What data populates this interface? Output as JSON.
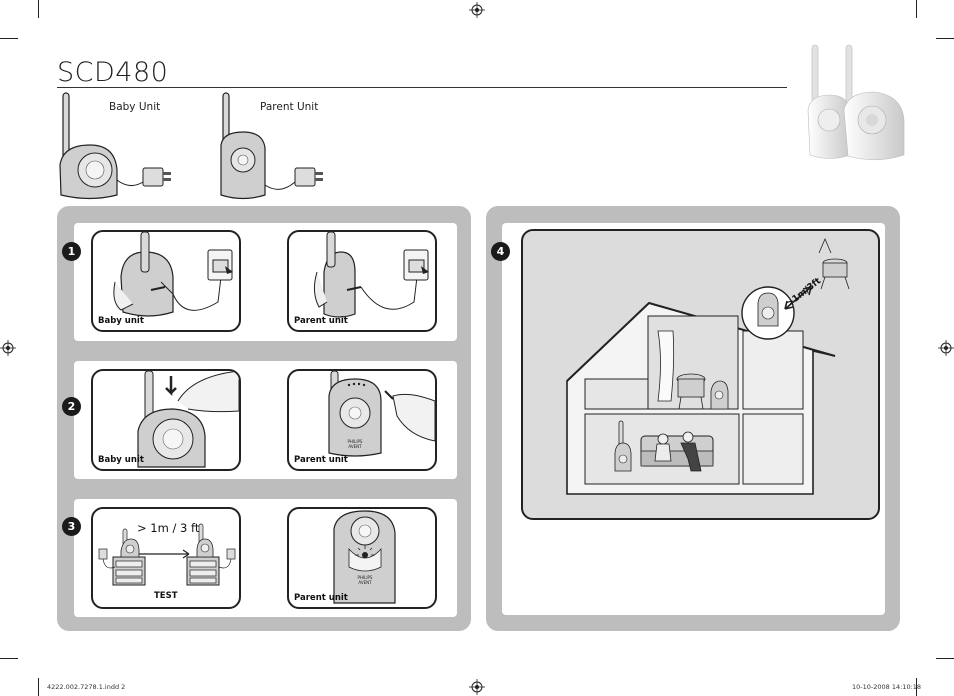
{
  "header": {
    "model": "SCD480"
  },
  "intro": {
    "baby_unit_label": "Baby Unit",
    "parent_unit_label": "Parent Unit"
  },
  "steps": [
    {
      "number": "1",
      "left_caption": "Baby unit",
      "right_caption": "Parent unit"
    },
    {
      "number": "2",
      "left_caption": "Baby unit",
      "right_caption": "Parent unit"
    },
    {
      "number": "3",
      "distance": "> 1m / 3 ft",
      "test_label": "TEST",
      "right_caption": "Parent unit"
    },
    {
      "number": "4",
      "distance": ">1m/3ft"
    }
  ],
  "brand": {
    "line1": "PHILIPS",
    "line2": "AVENT"
  },
  "footer": {
    "file": "4222.002.7278.1.indd   2",
    "date": "10-10-2008   14:10:18"
  },
  "colors": {
    "panel": "#bdbdbd",
    "frame_border": "#222222",
    "device_gray": "#c8c8c8"
  }
}
